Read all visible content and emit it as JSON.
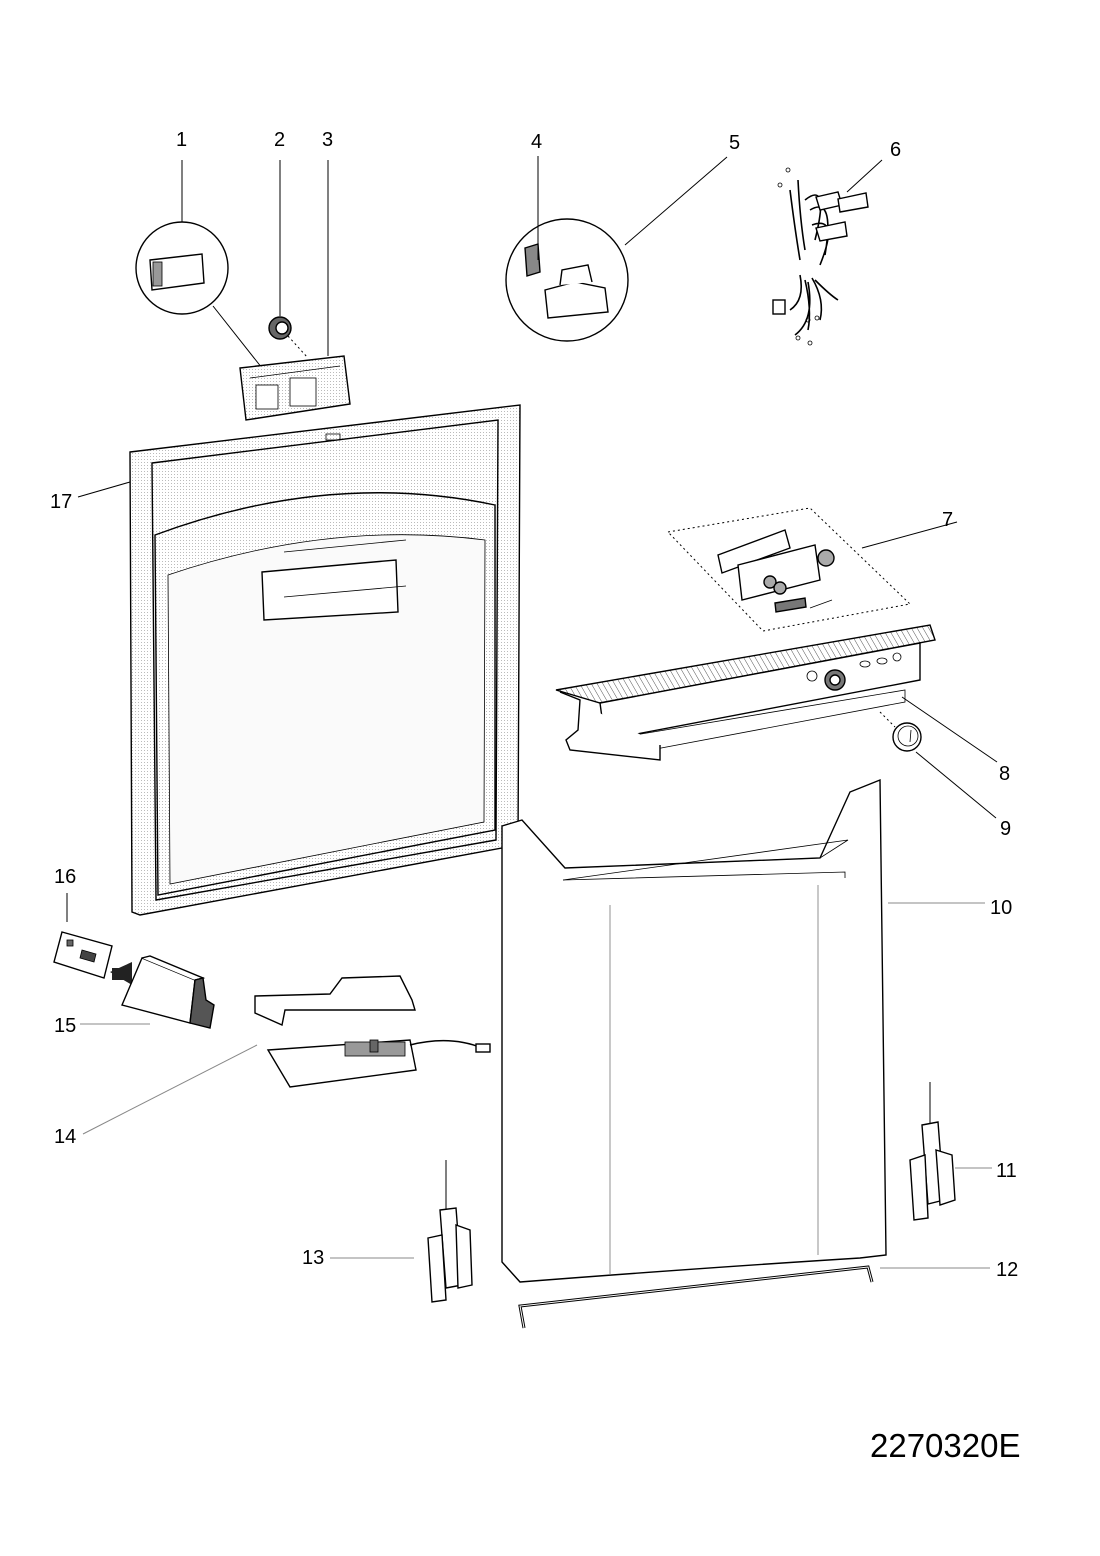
{
  "diagram": {
    "title": "Dishwasher door exploded parts view",
    "document_id": "2270320E",
    "callouts": [
      {
        "id": "1",
        "label": "1",
        "part": "door-lock-detail"
      },
      {
        "id": "2",
        "label": "2",
        "part": "grommet"
      },
      {
        "id": "3",
        "label": "3",
        "part": "door-lock-assembly"
      },
      {
        "id": "4",
        "label": "4",
        "part": "microswitch"
      },
      {
        "id": "5",
        "label": "5",
        "part": "door-switch-detail"
      },
      {
        "id": "6",
        "label": "6",
        "part": "wiring-harness"
      },
      {
        "id": "7",
        "label": "7",
        "part": "control-board-kit"
      },
      {
        "id": "8",
        "label": "8",
        "part": "control-panel"
      },
      {
        "id": "9",
        "label": "9",
        "part": "knob"
      },
      {
        "id": "10",
        "label": "10",
        "part": "outer-door-panel"
      },
      {
        "id": "11",
        "label": "11",
        "part": "right-hinge"
      },
      {
        "id": "12",
        "label": "12",
        "part": "door-rod"
      },
      {
        "id": "13",
        "label": "13",
        "part": "left-hinge"
      },
      {
        "id": "14",
        "label": "14",
        "part": "electronic-module-with-cover"
      },
      {
        "id": "15",
        "label": "15",
        "part": "eeprom-key"
      },
      {
        "id": "16",
        "label": "16",
        "part": "label-card"
      },
      {
        "id": "17",
        "label": "17",
        "part": "inner-door-panel"
      }
    ]
  }
}
